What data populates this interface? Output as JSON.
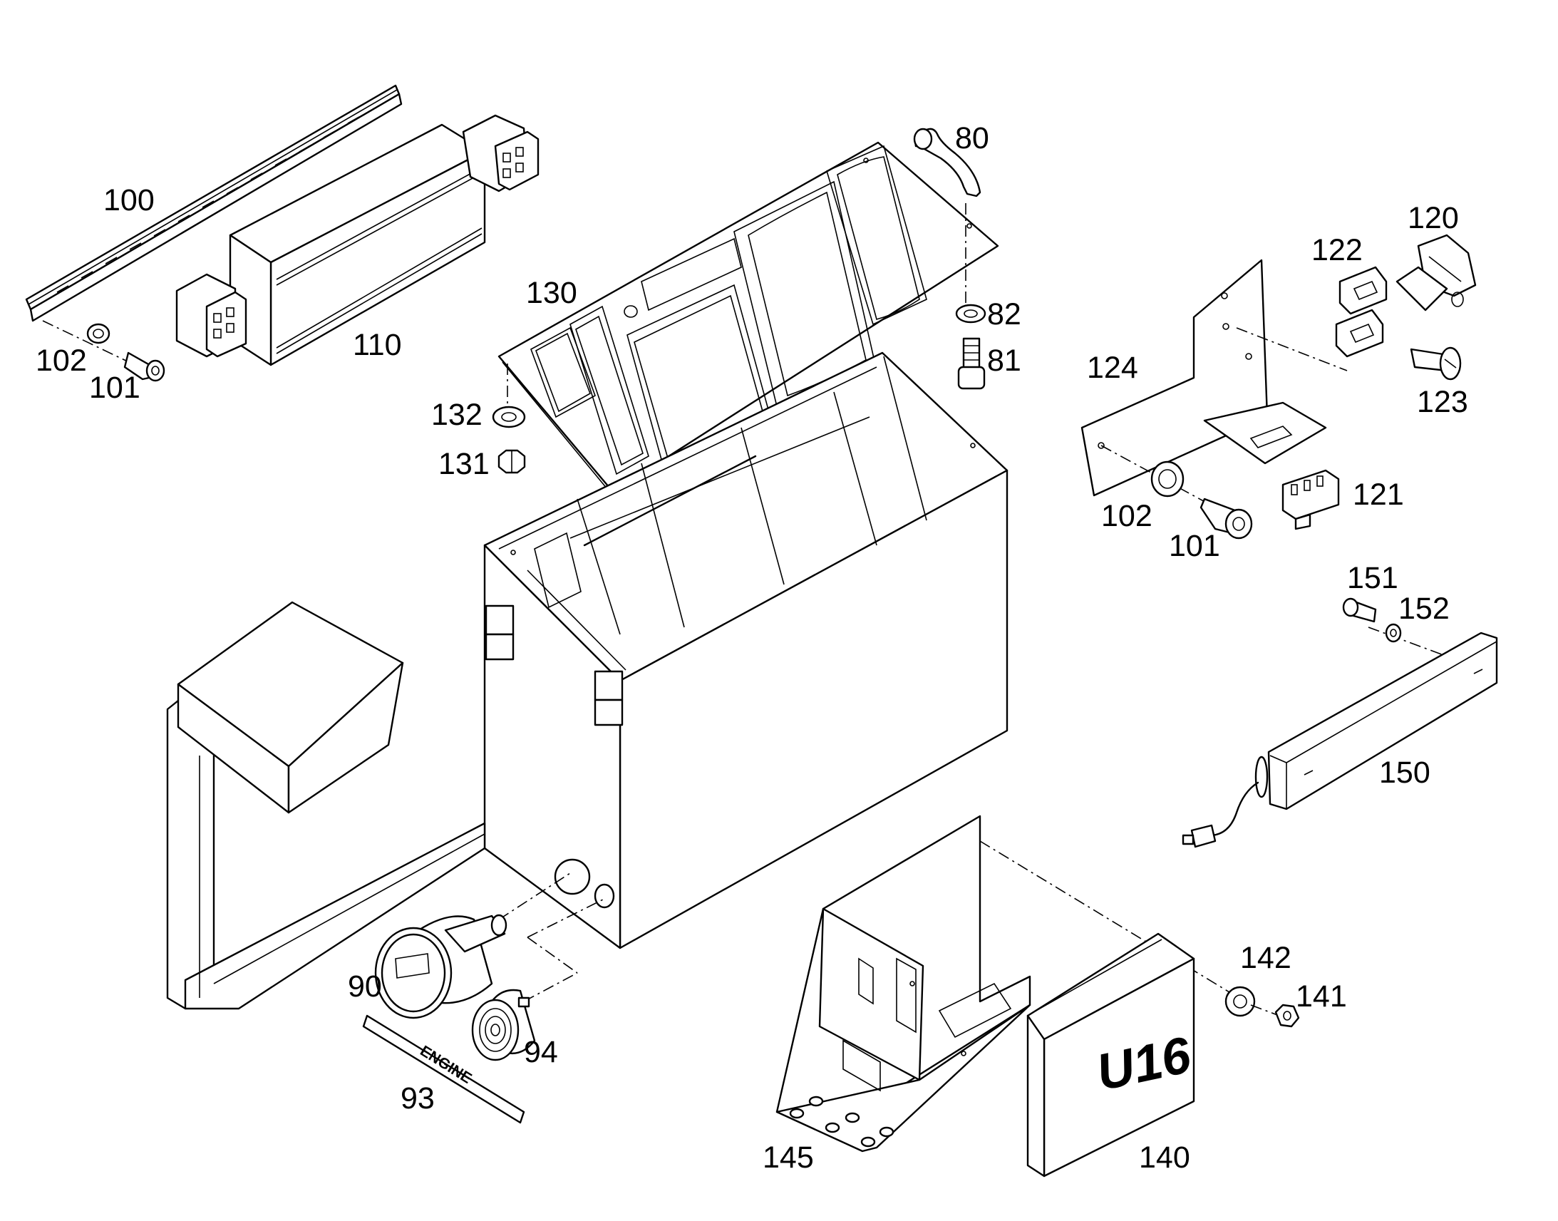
{
  "stamp_text": "U16",
  "plate_text": "ENGINE",
  "labels": {
    "l100": "100",
    "l110": "110",
    "l102a": "102",
    "l101a": "101",
    "l80": "80",
    "l82": "82",
    "l81": "81",
    "l130": "130",
    "l132": "132",
    "l131": "131",
    "l120": "120",
    "l122": "122",
    "l124": "124",
    "l123": "123",
    "l102b": "102",
    "l101b": "101",
    "l121": "121",
    "l151": "151",
    "l152": "152",
    "l150": "150",
    "l90": "90",
    "l94": "94",
    "l93": "93",
    "l142": "142",
    "l141": "141",
    "l145": "145",
    "l140": "140"
  }
}
